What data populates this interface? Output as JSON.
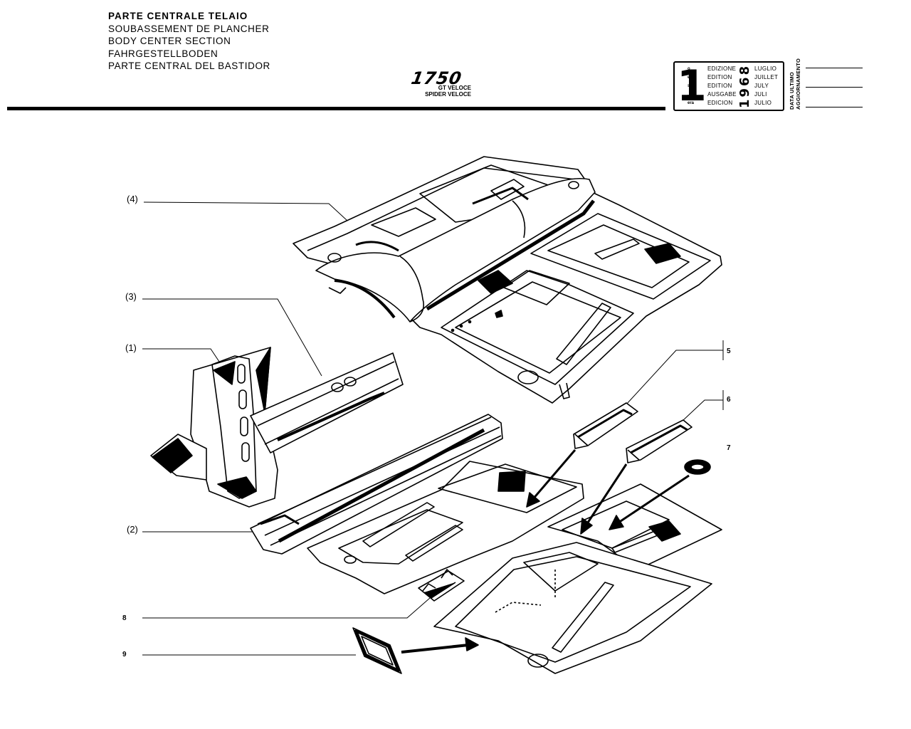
{
  "header": {
    "titles": [
      "PARTE CENTRALE TELAIO",
      "SOUBASSEMENT DE PLANCHER",
      "BODY CENTER SECTION",
      "FAHRGESTELLBODEN",
      "PARTE CENTRAL DEL BASTIDOR"
    ],
    "model": "1750",
    "variants": [
      "GT VELOCE",
      "SPIDER VELOCE"
    ]
  },
  "edition": {
    "number": "1",
    "suffixes": [
      "o",
      "ere",
      "st",
      ".",
      "era"
    ],
    "labels": [
      "EDIZIONE",
      "EDITION",
      "EDITION",
      "AUSGABE",
      "EDICION"
    ],
    "year": "1968",
    "months": [
      "LUGLIO",
      "JUILLET",
      "JULY",
      "JULI",
      "JULIO"
    ],
    "side_label_1": "DATA ULTIMO",
    "side_label_2": "AGGIORNAMENTO"
  },
  "callouts": {
    "c4": "(4)",
    "c3": "(3)",
    "c1": "(1)",
    "c2": "(2)",
    "c5": "5",
    "c6": "6",
    "c7": "7",
    "c8": "8",
    "c9": "9"
  },
  "icons": {
    "assembled_floor": "assembled-floor-pan-drawing",
    "crossmember": "front-crossmember-drawing",
    "sill": "sill-member-drawing",
    "floor_pan": "floor-pan-halves-drawing",
    "brackets": "seat-bracket-drawing",
    "grommet": "grommet-drawing",
    "clip": "clip-drawing",
    "plate": "cover-plate-drawing"
  }
}
